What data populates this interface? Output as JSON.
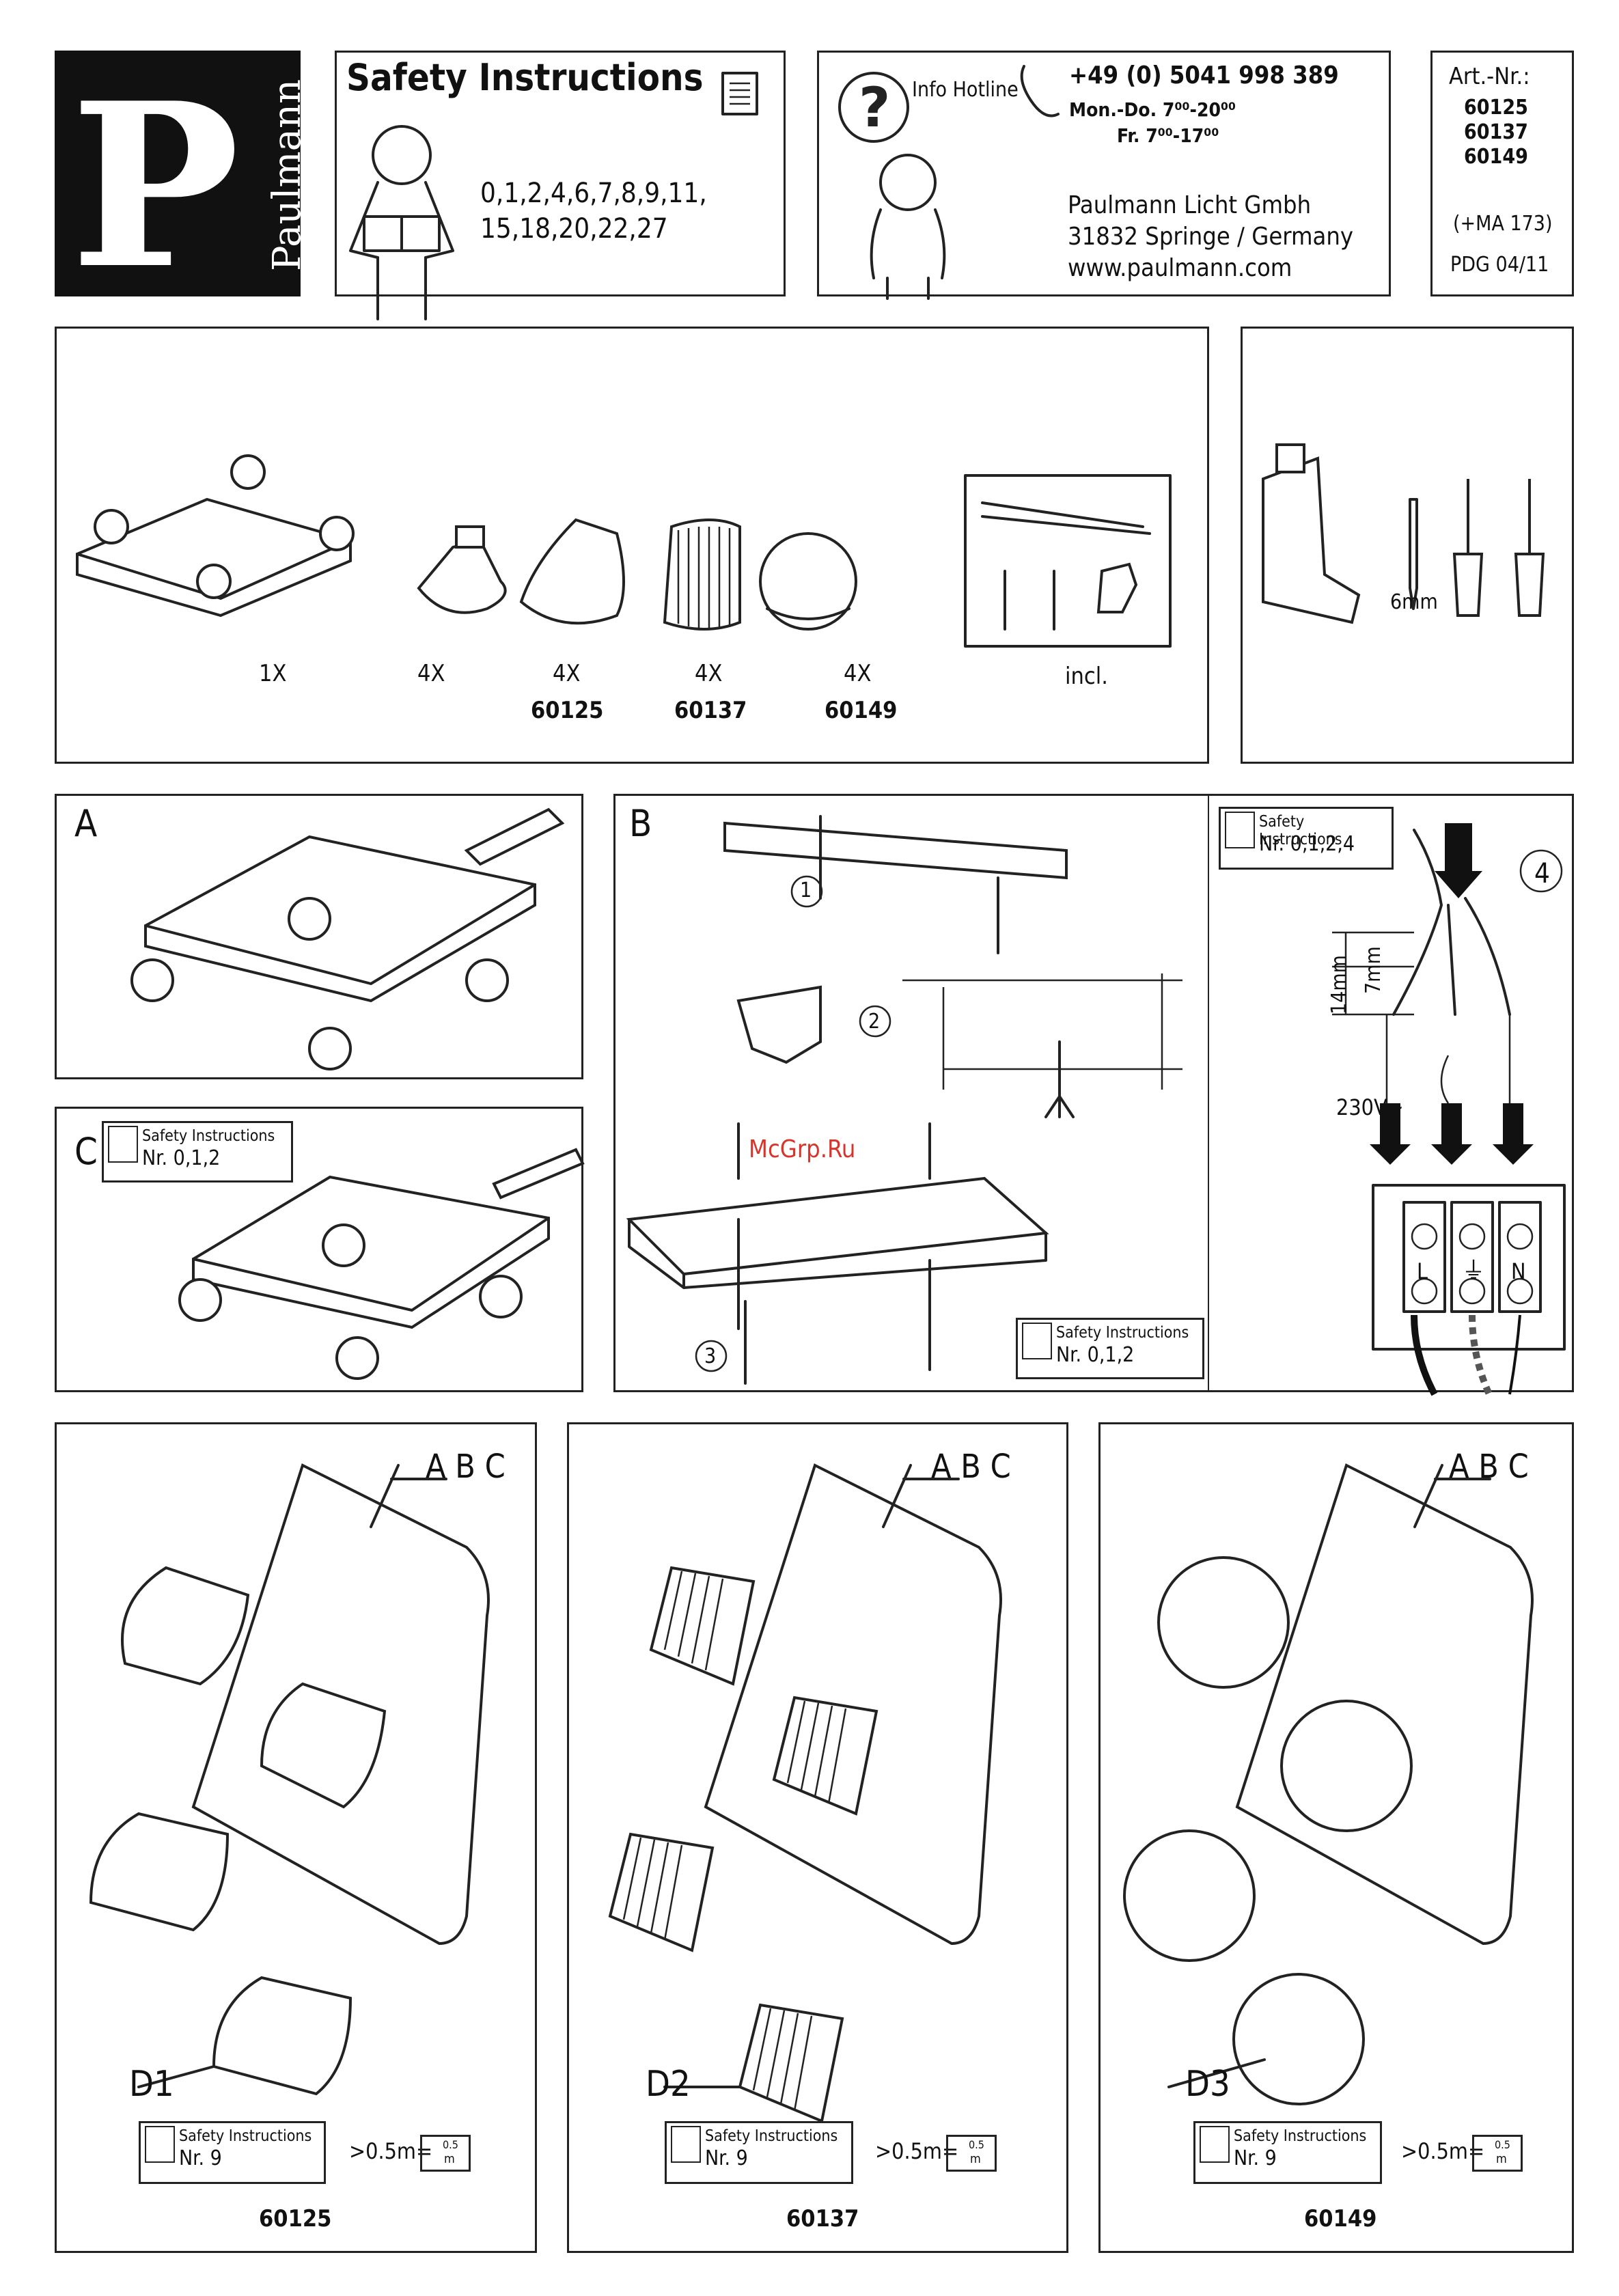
{
  "brand": {
    "logo_letter": "P",
    "name": "Paulmann"
  },
  "safety_header": {
    "title": "Safety Instructions",
    "numbers_line1": "0,1,2,4,6,7,8,9,11,",
    "numbers_line2": "15,18,20,22,27"
  },
  "hotline": {
    "label": "Info Hotline",
    "phone": "+49 (0) 5041 998 389",
    "hours_weekday": "Mon.-Do. 7⁰⁰-20⁰⁰",
    "hours_friday": "Fr. 7⁰⁰-17⁰⁰",
    "company": "Paulmann Licht Gmbh",
    "address": "31832 Springe / Germany",
    "website": "www.paulmann.com"
  },
  "article": {
    "label": "Art.-Nr.:",
    "numbers": [
      "60125",
      "60137",
      "60149"
    ],
    "extra": "(+MA 173)",
    "pdg": "PDG 04/11"
  },
  "parts": {
    "items": [
      {
        "qty": "1X",
        "code": ""
      },
      {
        "qty": "4X",
        "code": ""
      },
      {
        "qty": "4X",
        "code": "60125"
      },
      {
        "qty": "4X",
        "code": "60137"
      },
      {
        "qty": "4X",
        "code": "60149"
      }
    ],
    "included_label": "incl."
  },
  "tools": {
    "drill_size": "6mm"
  },
  "steps": {
    "a_label": "A",
    "b_label": "B",
    "c_label": "C",
    "b_step1": "1",
    "b_step2": "2",
    "b_step3": "3",
    "wiring_step": "4",
    "watermark": "McGrp.Ru"
  },
  "safety_boxes": {
    "title": "Safety Instructions",
    "c_nr": "Nr. 0,1,2",
    "b_nr": "Nr. 0,1,2",
    "wiring_nr": "Nr. 0,1,2,4",
    "d_nr": "Nr. 9"
  },
  "wiring": {
    "dim_14": "14mm",
    "dim_7": "7mm",
    "voltage": "230V~",
    "terminal_l": "L",
    "terminal_n": "N"
  },
  "variants": [
    {
      "label": "D1",
      "code": "60125",
      "abc": "A B C",
      "distance": ">0.5m="
    },
    {
      "label": "D2",
      "code": "60137",
      "abc": "A B C",
      "distance": ">0.5m="
    },
    {
      "label": "D3",
      "code": "60149",
      "abc": "A B C",
      "distance": ">0.5m="
    }
  ],
  "distance_icon": {
    "top": "0.5",
    "bottom": "m"
  }
}
